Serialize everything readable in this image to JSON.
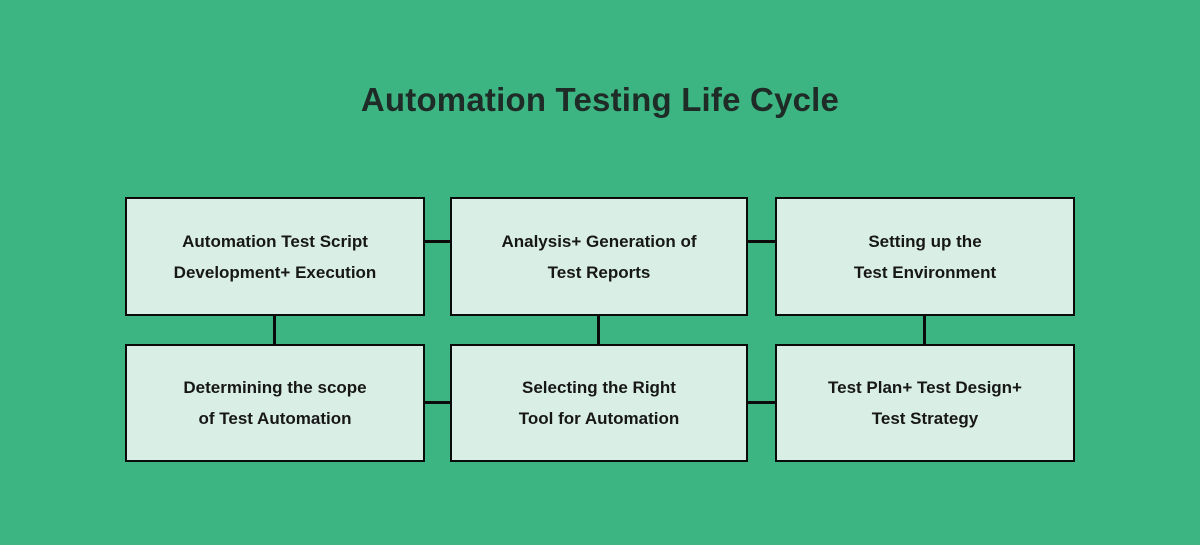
{
  "title": "Automation Testing Life Cycle",
  "colors": {
    "background": "#3cb583",
    "node_fill": "#d9efe5",
    "node_border": "#0b0b0b",
    "connector": "#0b0b0b",
    "title_text": "#1e2b26",
    "node_text": "#171717"
  },
  "flowchart": {
    "type": "flowchart",
    "nodes": [
      {
        "id": "automation-test-script-development-execution",
        "row": 1,
        "col": 1,
        "lines": [
          "Automation Test Script",
          "Development+ Execution"
        ]
      },
      {
        "id": "analysis-generation-of-test-reports",
        "row": 1,
        "col": 2,
        "lines": [
          "Analysis+ Generation of",
          "Test Reports"
        ]
      },
      {
        "id": "setting-up-the-test-environment",
        "row": 1,
        "col": 3,
        "lines": [
          "Setting up the",
          "Test Environment"
        ]
      },
      {
        "id": "determining-the-scope-of-test-automation",
        "row": 2,
        "col": 1,
        "lines": [
          "Determining the scope",
          "of Test Automation"
        ]
      },
      {
        "id": "selecting-the-right-tool-for-automation",
        "row": 2,
        "col": 2,
        "lines": [
          "Selecting the Right",
          "Tool for Automation"
        ]
      },
      {
        "id": "test-plan-test-design-test-strategy",
        "row": 2,
        "col": 3,
        "lines": [
          "Test Plan+ Test Design+",
          "Test Strategy"
        ]
      }
    ],
    "connections": [
      {
        "from": "automation-test-script-development-execution",
        "to": "analysis-generation-of-test-reports",
        "orientation": "horizontal"
      },
      {
        "from": "analysis-generation-of-test-reports",
        "to": "setting-up-the-test-environment",
        "orientation": "horizontal"
      },
      {
        "from": "determining-the-scope-of-test-automation",
        "to": "selecting-the-right-tool-for-automation",
        "orientation": "horizontal"
      },
      {
        "from": "selecting-the-right-tool-for-automation",
        "to": "test-plan-test-design-test-strategy",
        "orientation": "horizontal"
      },
      {
        "from": "automation-test-script-development-execution",
        "to": "determining-the-scope-of-test-automation",
        "orientation": "vertical"
      },
      {
        "from": "analysis-generation-of-test-reports",
        "to": "selecting-the-right-tool-for-automation",
        "orientation": "vertical"
      },
      {
        "from": "setting-up-the-test-environment",
        "to": "test-plan-test-design-test-strategy",
        "orientation": "vertical"
      }
    ]
  }
}
